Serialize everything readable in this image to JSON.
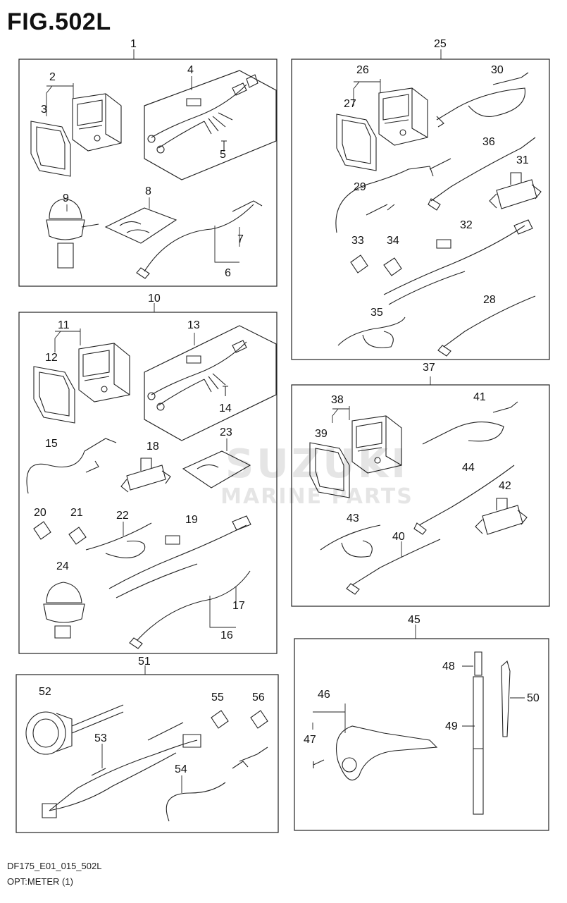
{
  "figure_title": "FIG.502L",
  "footer": {
    "model_code": "DF175_E01_015_502L",
    "section": "OPT:METER (1)"
  },
  "watermark": {
    "line1": "SUZUKI",
    "line2": "MARINE PARTS"
  },
  "callouts": [
    "1",
    "2",
    "3",
    "4",
    "5",
    "6",
    "7",
    "8",
    "9",
    "10",
    "11",
    "12",
    "13",
    "14",
    "15",
    "16",
    "17",
    "18",
    "19",
    "20",
    "21",
    "22",
    "23",
    "24",
    "25",
    "26",
    "27",
    "28",
    "29",
    "30",
    "31",
    "32",
    "33",
    "34",
    "35",
    "36",
    "37",
    "38",
    "39",
    "40",
    "41",
    "42",
    "43",
    "44",
    "45",
    "46",
    "47",
    "48",
    "49",
    "50",
    "51",
    "52",
    "53",
    "54",
    "55",
    "56"
  ],
  "colors": {
    "line": "#222222",
    "background": "#ffffff"
  },
  "icons": [
    "gauge-icon",
    "bezel-icon",
    "harness-icon",
    "screw-icon",
    "sensor-icon",
    "seal-pack-icon",
    "tee-connector-icon",
    "cap-icon",
    "cable-icon",
    "handle-icon",
    "pole-icon",
    "tie-icon"
  ]
}
